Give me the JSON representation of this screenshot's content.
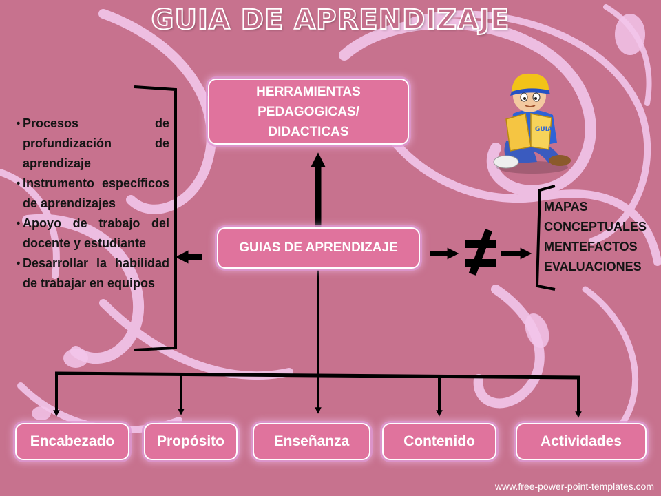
{
  "slide": {
    "title": "GUIA DE APRENDIZAJE",
    "footer": "www.free-power-point-templates.com"
  },
  "chart_data": {
    "type": "diagram",
    "central_node": "GUIAS DE APRENDIZAJE",
    "top_node": "HERRAMIENTAS PEDAGOGICAS/ DIDACTICAS",
    "top_node_lines": [
      "HERRAMIENTAS",
      "PEDAGOGICAS/",
      "DIDACTICAS"
    ],
    "left_bullets": [
      "Procesos de profundización de aprendizaje",
      "Instrumento específicos de aprendizajes",
      "Apoyo de trabajo del docente y estudiante",
      "Desarrollar la habilidad de trabajar en equipos"
    ],
    "not_equal_symbol": "≠",
    "right_items": [
      "MAPAS",
      "CONCEPTUALES",
      "MENTEFACTOS",
      "EVALUACIONES"
    ],
    "child_nodes": [
      "Encabezado",
      "Propósito",
      "Enseñanza",
      "Contenido",
      "Actividades"
    ],
    "edges": [
      {
        "from": "GUIAS DE APRENDIZAJE",
        "to": "HERRAMIENTAS PEDAGOGICAS/ DIDACTICAS"
      },
      {
        "from": "GUIAS DE APRENDIZAJE",
        "to": "left_bullets"
      },
      {
        "from": "GUIAS DE APRENDIZAJE",
        "to": "≠"
      },
      {
        "from": "≠",
        "to": "right_items"
      },
      {
        "from": "GUIAS DE APRENDIZAJE",
        "to": "Encabezado"
      },
      {
        "from": "GUIAS DE APRENDIZAJE",
        "to": "Propósito"
      },
      {
        "from": "GUIAS DE APRENDIZAJE",
        "to": "Enseñanza"
      },
      {
        "from": "GUIAS DE APRENDIZAJE",
        "to": "Contenido"
      },
      {
        "from": "GUIAS DE APRENDIZAJE",
        "to": "Actividades"
      }
    ]
  },
  "illustration": {
    "icon": "reading-boy-icon",
    "book_text": "GUIA"
  },
  "colors": {
    "background": "#c7728e",
    "node_fill": "#e0739d",
    "node_glow": "#e8a6e6",
    "swirl": "#f2c6ea",
    "arrow": "#000000"
  }
}
